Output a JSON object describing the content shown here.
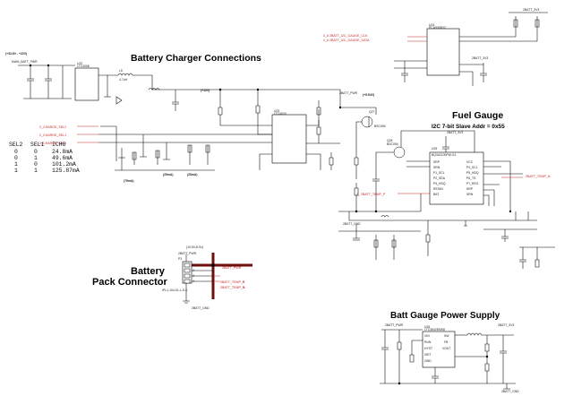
{
  "titles": {
    "charger": "Battery Charger Connections",
    "fuel_gauge": "Fuel Gauge",
    "i2c_note": "I2C 7-bit Slave Addr = 0x55",
    "pack_connector_line1": "Battery",
    "pack_connector_line2": "Pack Connector",
    "power_supply": "Batt Gauge Power Supply"
  },
  "rail_labels": {
    "input_range": "(+33.6V - +22V)",
    "v12": "(+12V)",
    "v9p54": "(+9.54V)",
    "batt_range": "(10.5V-8.0V)",
    "batt_pwr_top": "2BATT_PWR",
    "batt_pwr_mid": "2BATT_PWR",
    "batt_pwr_ps": "2BATT_PWR",
    "batt_3v3_top": "2BATT_3V3",
    "batt_3v3_right": "2BATT_3V3",
    "batt_3v3_gauge": "2BATT_3V3",
    "batt_3v3_ps": "2BATT_3V3",
    "batt_gnd_gauge": "2BATT_GND",
    "batt_gnd_conn": "2BATT_GND",
    "batt_gnd_ps": "2BATT_GND",
    "main_batt_pwr": "MAIN_BATT_PWR"
  },
  "net_labels": {
    "charge_sel2": "2_CHARGE_SEL2",
    "charge_sel1": "2_CHARGE_SEL1",
    "charge_sel0": "2_CHARGE_SEL0",
    "i2c_scl": "2_6 2BATT_I2C_GAUGE_CLK",
    "i2c_sda": "2_6 2BATT_I2C_GAUGE_DATA",
    "batt_temp_p": "2_ 2BATT_TEMP_P",
    "batt_temp_p_conn": "2BATT_TEMP_P",
    "batt_temp_n_conn": "2BATT_TEMP_N",
    "batt_temp_right": "2BATT_TEMP_N",
    "batt_pwr_conn": "2BATT_PWR"
  },
  "pin_refs": {
    "temp_p_num": "4",
    "temp_n_num": "4"
  },
  "parts": {
    "charger_ic": "LTC4008",
    "charger_ic_ref": "U22",
    "buck_ic": "LTC4020",
    "buck_ic_ref": "U23",
    "gauge_ic": "BQ34Z100PW-G1",
    "gauge_ic_ref": "U25",
    "i2c_buffer": "PCA9306DC",
    "i2c_buffer_ref": "U24",
    "regulator": "LTC3642EMS8",
    "regulator_ref": "U26",
    "connector": "IPL1-104-01-L-S-K",
    "connector_ref": "P3",
    "mosfet_1": "Q27",
    "mosfet_2": "Q28",
    "mosfet_label": "BSC094",
    "inductor": "L5",
    "inductor_value": "4.7uH"
  },
  "charge_currents": {
    "q1": "(75mA)",
    "q2": "(25mA)",
    "q3": "(25mA)"
  },
  "sel_table": {
    "headers": [
      "SEL2",
      "SEL1",
      "ICHG"
    ],
    "rows": [
      [
        "0",
        "0",
        "24.8mA"
      ],
      [
        "0",
        "1",
        "49.6mA"
      ],
      [
        "1",
        "0",
        "101.2mA"
      ],
      [
        "1",
        "1",
        "125.87mA"
      ]
    ]
  },
  "gauge_pins": {
    "left": [
      "SRP",
      "SRN",
      "P1_SCL",
      "P2_SDA",
      "P3_HDQ",
      "REGIN",
      "BAT"
    ],
    "right": [
      "VCC",
      "P4_SCL",
      "P5_HDQ",
      "P6_TS",
      "P7_REG",
      "SRP",
      "SRN"
    ]
  },
  "reg_pins": {
    "left": [
      "VIN",
      "RUN",
      "HYST",
      "ISET",
      "GND"
    ],
    "right": [
      "SW",
      "FB",
      "VOUT"
    ]
  },
  "connector_pins": [
    "1",
    "2",
    "3",
    "4"
  ]
}
